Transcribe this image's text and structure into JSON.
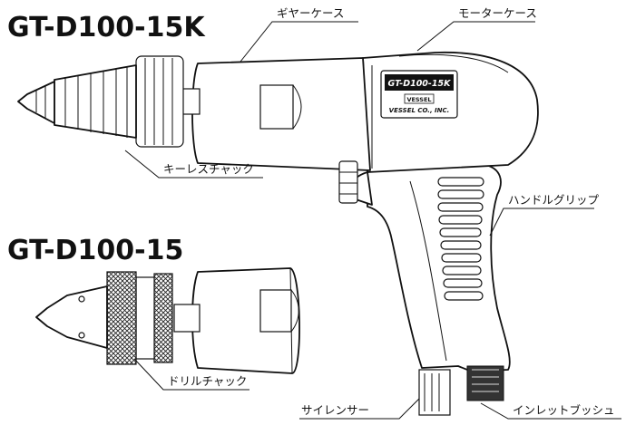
{
  "models": {
    "keyless": "GT-D100-15K",
    "chuck": "GT-D100-15"
  },
  "labels": {
    "gear_case": "ギヤーケース",
    "motor_case": "モーターケース",
    "keyless_chuck": "キーレスチャック",
    "handle_grip": "ハンドルグリップ",
    "drill_chuck": "ドリルチャック",
    "silencer": "サイレンサー",
    "inlet_bush": "インレットブッシュ"
  },
  "nameplate": {
    "model": "GT-D100-15K",
    "brand": "VESSEL",
    "company": "VESSEL CO., INC."
  }
}
